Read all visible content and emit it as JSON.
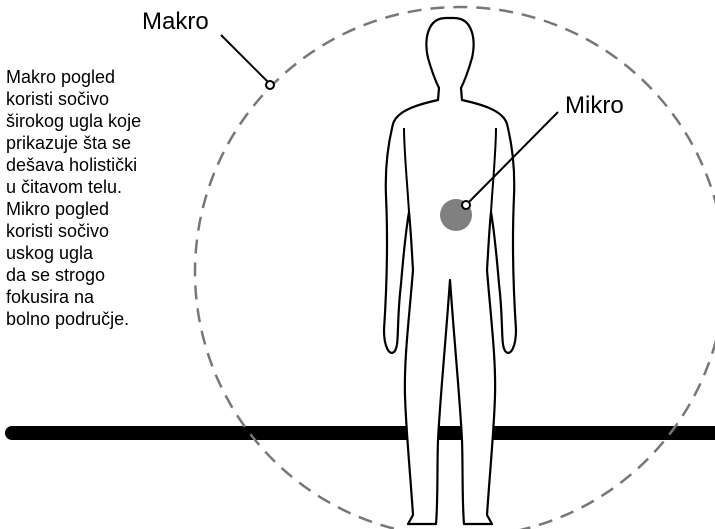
{
  "labels": {
    "macro": "Makro",
    "micro": "Mikro"
  },
  "description": {
    "lines": [
      "Makro pogled",
      "koristi sočivo",
      "širokog ugla koje",
      "prikazuje šta se",
      "dešava holistički",
      "u čitavom telu.",
      "Mikro pogled",
      "koristi sočivo",
      "uskog ugla",
      "da se strogo",
      "fokusira na",
      "bolno područje."
    ]
  },
  "colors": {
    "outline": "#000000",
    "macro_circle": "#777777",
    "focus_spot": "#808080",
    "ground": "#000000",
    "background": "#ffffff"
  },
  "icons": {
    "figure": "human-body-outline-icon",
    "focus": "pain-spot-icon"
  }
}
